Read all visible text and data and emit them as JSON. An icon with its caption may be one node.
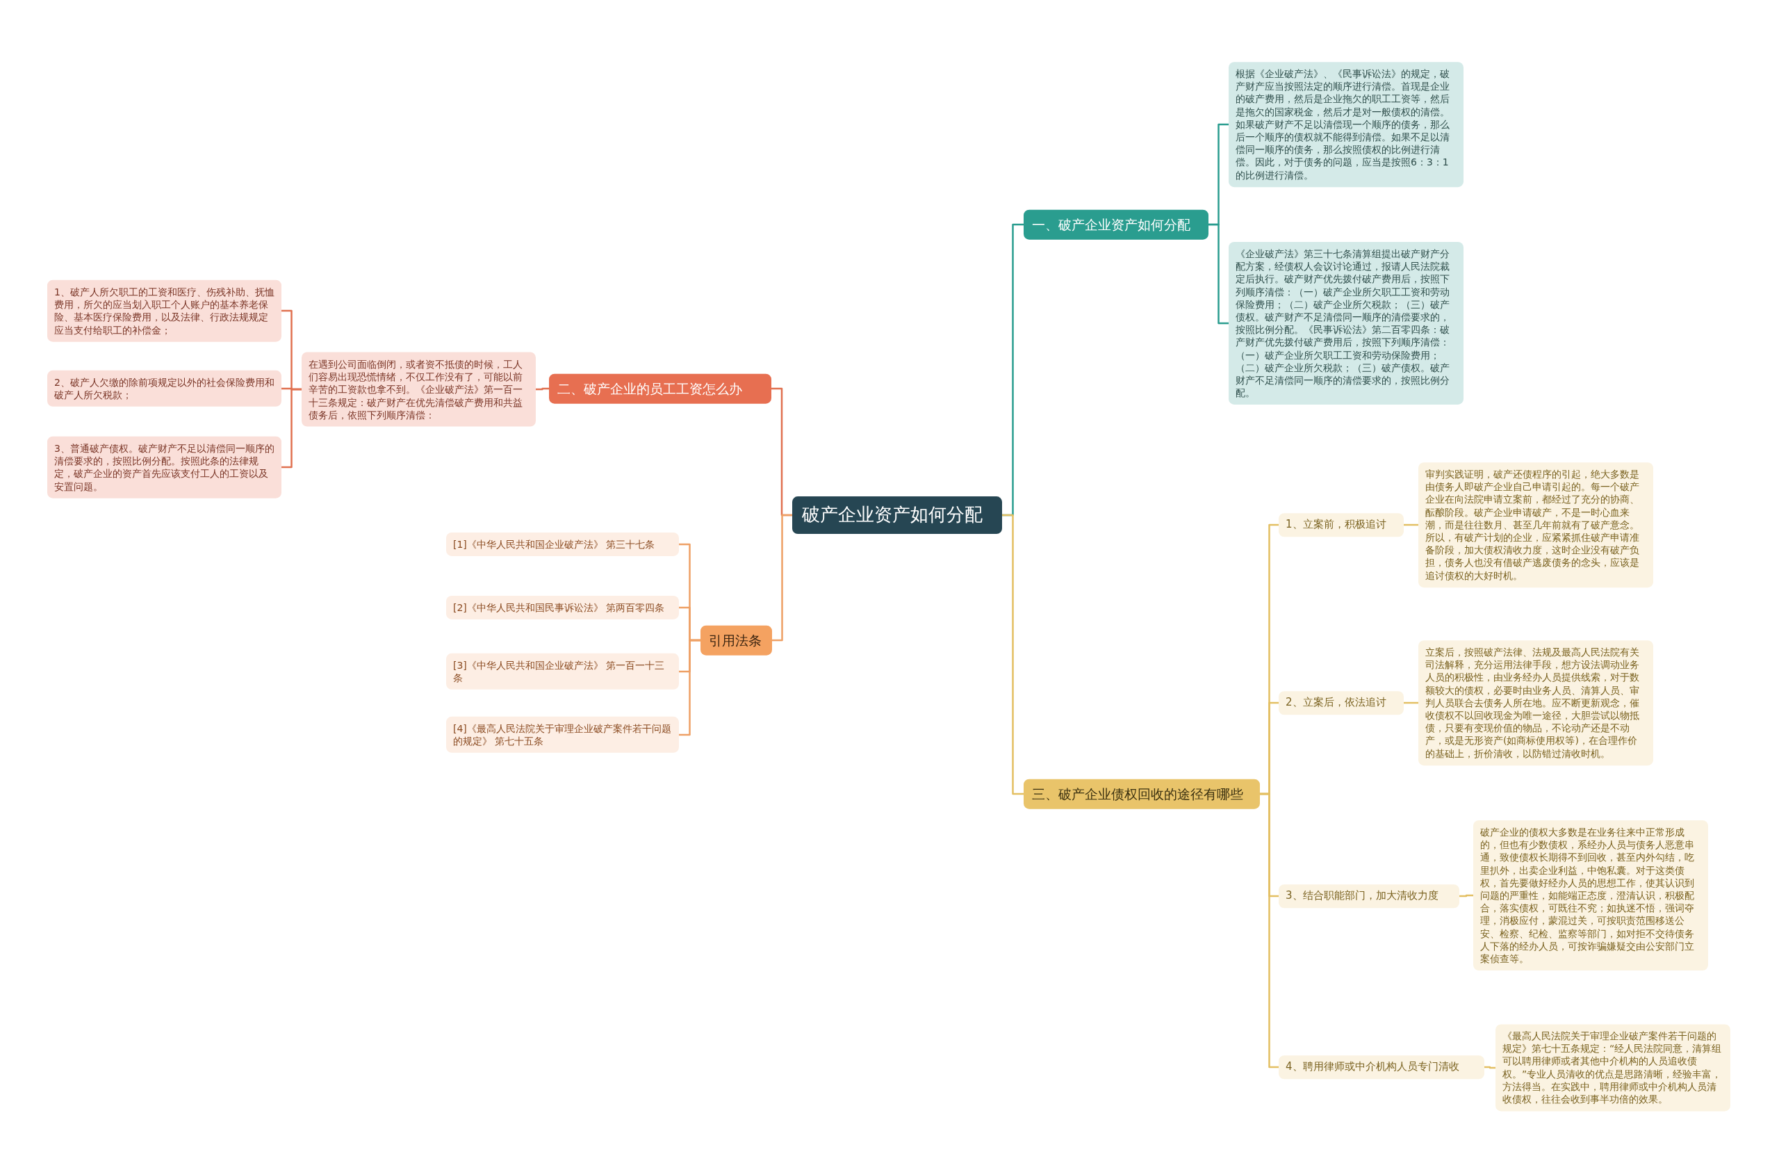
{
  "diagram": {
    "nodes": [
      {
        "text": [
          "破产企业资产如何分配"
        ]
      },
      {
        "text": [
          "一、破产企业资产如何分配"
        ]
      },
      {
        "text": [
          "根据《企业破产法》、《民事诉讼法》的规定，破产财产应当按照法定的顺序进行清偿。首现是企业的破产费用，然后是企业拖欠的职工工资等，然后是拖欠的国家税金，然后才是对一般债权的清偿。如果破产财产不足以清偿现一个顺序的债务，那么后一个顺序的债权就不能得到清偿。如果不足以清偿同一顺序的债务，那么按照债权的比例进行清偿。因此，对于债务的问题，应当是按照6：3：1的比例进行清偿。"
        ]
      },
      {
        "text": [
          "《企业破产法》第三十七条清算组提出破产财产分配方案，经债权人会议讨论通过，报请人民法院裁定后执行。破产财产优先拨付破产费用后，按照下列顺序清偿：（一）破产企业所欠职工工资和劳动保险费用；（二）破产企业所欠税款；（三）破产债权。破产财产不足清偿同一顺序的清偿要求的，按照比例分配。《民事诉讼法》第二百零四条：破产财产优先拨付破产费用后，按照下列顺序清偿：（一）破产企业所欠职工工资和劳动保险费用；（二）破产企业所欠税款；（三）破产债权。破产财产不足清偿同一顺序的清偿要求的，按照比例分配。"
        ]
      },
      {
        "text": [
          "二、破产企业的员工工资怎么办"
        ]
      },
      {
        "text": [
          "在遇到公司面临倒闭，或者资不抵债的时候，工人们容易出现恐慌情绪，不仅工作没有了，可能以前辛苦的工资款也拿不到。《企业破产法》第一百一十三条规定：破产财产在优先清偿破产费用和共益债务后，依照下列顺序清偿："
        ]
      },
      {
        "text": [
          "1、破产人所欠职工的工资和医疗、伤残补助、抚恤费用，所欠的应当划入职工个人账户的基本养老保险、基本医疗保险费用，以及法律、行政法规规定应当支付给职工的补偿金；"
        ]
      },
      {
        "text": [
          "2、破产人欠缴的除前项规定以外的社会保险费用和破产人所欠税款；"
        ]
      },
      {
        "text": [
          "3、普通破产债权。破产财产不足以清偿同一顺序的清偿要求的，按照比例分配。按照此条的法律规定，破产企业的资产首先应该支付工人的工资以及安置问题。"
        ]
      },
      {
        "text": [
          "引用法条"
        ]
      },
      {
        "text": [
          "[1]《中华人民共和国企业破产法》 第三十七条"
        ]
      },
      {
        "text": [
          "[2]《中华人民共和国民事诉讼法》 第两百零四条"
        ]
      },
      {
        "text": [
          "[3]《中华人民共和国企业破产法》 第一百一十三条"
        ]
      },
      {
        "text": [
          "[4]《最高人民法院关于审理企业破产案件若干问题的规定》 第七十五条"
        ]
      },
      {
        "text": [
          "三、破产企业债权回收的途径有哪些"
        ]
      },
      {
        "text": [
          "1、立案前，积极追讨"
        ]
      },
      {
        "text": [
          "审判实践证明，破产还债程序的引起，绝大多数是由债务人即破产企业自己申请引起的。每一个破产企业在向法院申请立案前，都经过了充分的协商、酝酿阶段。破产企业申请破产，不是一时心血来潮，而是往往数月、甚至几年前就有了破产意念。所以，有破产计划的企业，应紧紧抓住破产申请准备阶段，加大债权清收力度，这时企业没有破产负担，债务人也没有借破产逃废债务的念头，应该是追讨债权的大好时机。"
        ]
      },
      {
        "text": [
          "2、立案后，依法追讨"
        ]
      },
      {
        "text": [
          "立案后，按照破产法律、法规及最高人民法院有关司法解释，充分运用法律手段，想方设法调动业务人员的积极性，由业务经办人员提供线索，对于数额较大的债权，必要时由业务人员、清算人员、审判人员联合去债务人所在地。应不断更新观念，催收债权不以回收现金为唯一途径，大胆尝试以物抵债，只要有变现价值的物品，不论动产还是不动产，或是无形资产(如商标使用权等)，在合理作价的基础上，折价清收，以防错过清收时机。"
        ]
      },
      {
        "text": [
          "3、结合职能部门，加大清收力度"
        ]
      },
      {
        "text": [
          "破产企业的债权大多数是在业务往来中正常形成的，但也有少数债权，系经办人员与债务人恶意串通，致使债权长期得不到回收，甚至内外勾结，吃里扒外，出卖企业利益，中饱私囊。对于这类债权，首先要做好经办人员的思想工作，使其认识到问题的严重性，如能端正态度，澄清认识，积极配合，落实债权，可既往不究；如执迷不悟，强词夺理，消极应付，蒙混过关，可按职责范围移送公安、检察、纪检、监察等部门，如对拒不交待债务人下落的经办人员，可按诈骗嫌疑交由公安部门立案侦查等。"
        ]
      },
      {
        "text": [
          "4、聘用律师或中介机构人员专门清收"
        ]
      },
      {
        "text": [
          "《最高人民法院关于审理企业破产案件若干问题的规定》第七十五条规定：“经人民法院同意，清算组可以聘用律师或者其他中介机构的人员追收债权。”专业人员清收的优点是思路清晰，经验丰富，方法得当。在实践中，聘用律师或中介机构人员清收债权，往往会收到事半功倍的效果。"
        ]
      }
    ],
    "edges": [
      {
        "from": 0,
        "to": 1,
        "arrow": "none",
        "color": "#2a9d8f"
      },
      {
        "from": 1,
        "to": 2,
        "arrow": "none",
        "color": "#2a9d8f"
      },
      {
        "from": 1,
        "to": 3,
        "arrow": "none",
        "color": "#2a9d8f"
      },
      {
        "from": 0,
        "to": 4,
        "arrow": "none",
        "color": "#e0704f"
      },
      {
        "from": 4,
        "to": 5,
        "arrow": "none",
        "color": "#e0704f"
      },
      {
        "from": 5,
        "to": 6,
        "arrow": "none",
        "color": "#e0704f"
      },
      {
        "from": 5,
        "to": 7,
        "arrow": "none",
        "color": "#e0704f"
      },
      {
        "from": 5,
        "to": 8,
        "arrow": "none",
        "color": "#e0704f"
      },
      {
        "from": 0,
        "to": 9,
        "arrow": "none",
        "color": "#eea065"
      },
      {
        "from": 9,
        "to": 10,
        "arrow": "none",
        "color": "#eea065"
      },
      {
        "from": 9,
        "to": 11,
        "arrow": "none",
        "color": "#eea065"
      },
      {
        "from": 9,
        "to": 12,
        "arrow": "none",
        "color": "#eea065"
      },
      {
        "from": 9,
        "to": 13,
        "arrow": "none",
        "color": "#eea065"
      },
      {
        "from": 0,
        "to": 14,
        "arrow": "none"
      },
      {
        "from": 14,
        "to": 15,
        "arrow": "none"
      },
      {
        "from": 15,
        "to": 16,
        "arrow": "none"
      },
      {
        "from": 14,
        "to": 17,
        "arrow": "none"
      },
      {
        "from": 17,
        "to": 18,
        "arrow": "none"
      },
      {
        "from": 14,
        "to": 19,
        "arrow": "none"
      },
      {
        "from": 19,
        "to": 20,
        "arrow": "none"
      },
      {
        "from": 14,
        "to": 21,
        "arrow": "none"
      },
      {
        "from": 21,
        "to": 22,
        "arrow": "none"
      }
    ]
  }
}
